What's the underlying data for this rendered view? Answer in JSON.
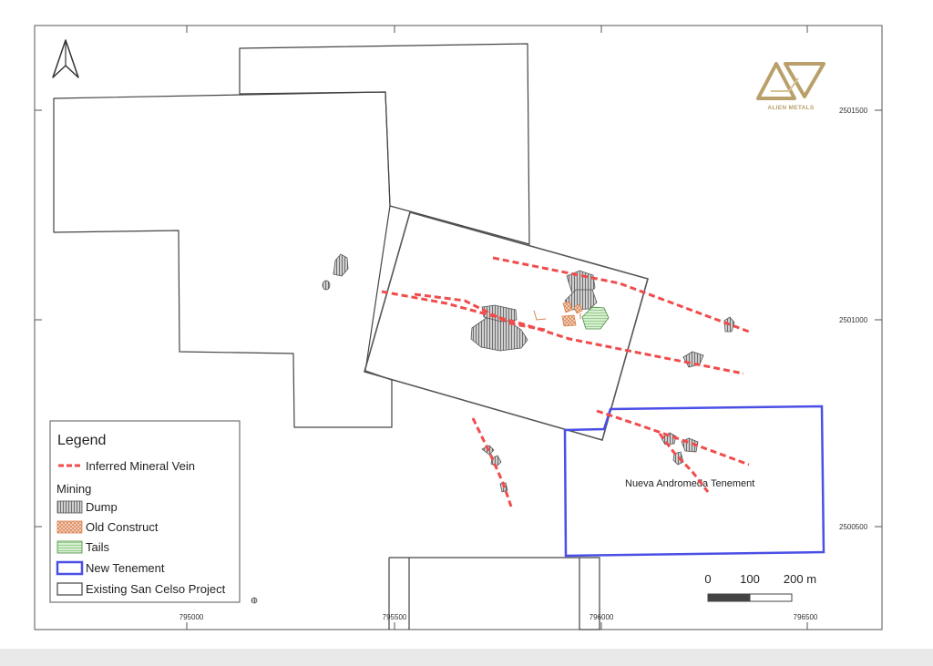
{
  "map": {
    "tenement_label": "Nueva Andromeda Tenement",
    "x_ticks": [
      "795000",
      "795500",
      "796000",
      "796500"
    ],
    "y_ticks": [
      "2501500",
      "2501000",
      "2500500"
    ]
  },
  "legend": {
    "title": "Legend",
    "vein_label": "Inferred Mineral Vein",
    "mining_heading": "Mining",
    "dump_label": "Dump",
    "old_construct_label": "Old Construct",
    "tails_label": "Tails",
    "new_tenement_label": "New Tenement",
    "existing_label": "Existing San Celso Project"
  },
  "scale": {
    "label_0": "0",
    "label_100": "100",
    "label_200": "200 m"
  },
  "logo": {
    "text": "ALIEN METALS"
  },
  "colors": {
    "vein": "#f14c4c",
    "new_tenement": "#4b4fe6",
    "existing_outline": "#444444",
    "dump_fill": "#c8c8c8",
    "old_construct": "#d9824f",
    "tails": "#b9e0b0",
    "logo": "#b9a06a"
  }
}
